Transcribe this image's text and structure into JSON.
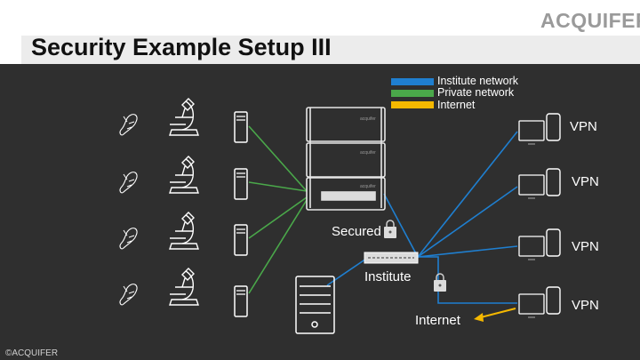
{
  "title": "Security Example Setup III",
  "logo": "ACQUIFER",
  "footer": "©ACQUIFER",
  "legend": [
    {
      "label": "Institute network",
      "color": "#1f7fd0"
    },
    {
      "label": "Private network",
      "color": "#4aa84a"
    },
    {
      "label": "Internet",
      "color": "#f5b800"
    }
  ],
  "labels": {
    "vpn_1": "VPN",
    "vpn_2": "VPN",
    "vpn_3": "VPN",
    "vpn_4": "VPN",
    "secured": "Secured",
    "institute": "Institute",
    "internet": "Internet"
  },
  "colors": {
    "institute": "#1f7fd0",
    "private": "#4aa84a",
    "internet": "#f5b800"
  }
}
